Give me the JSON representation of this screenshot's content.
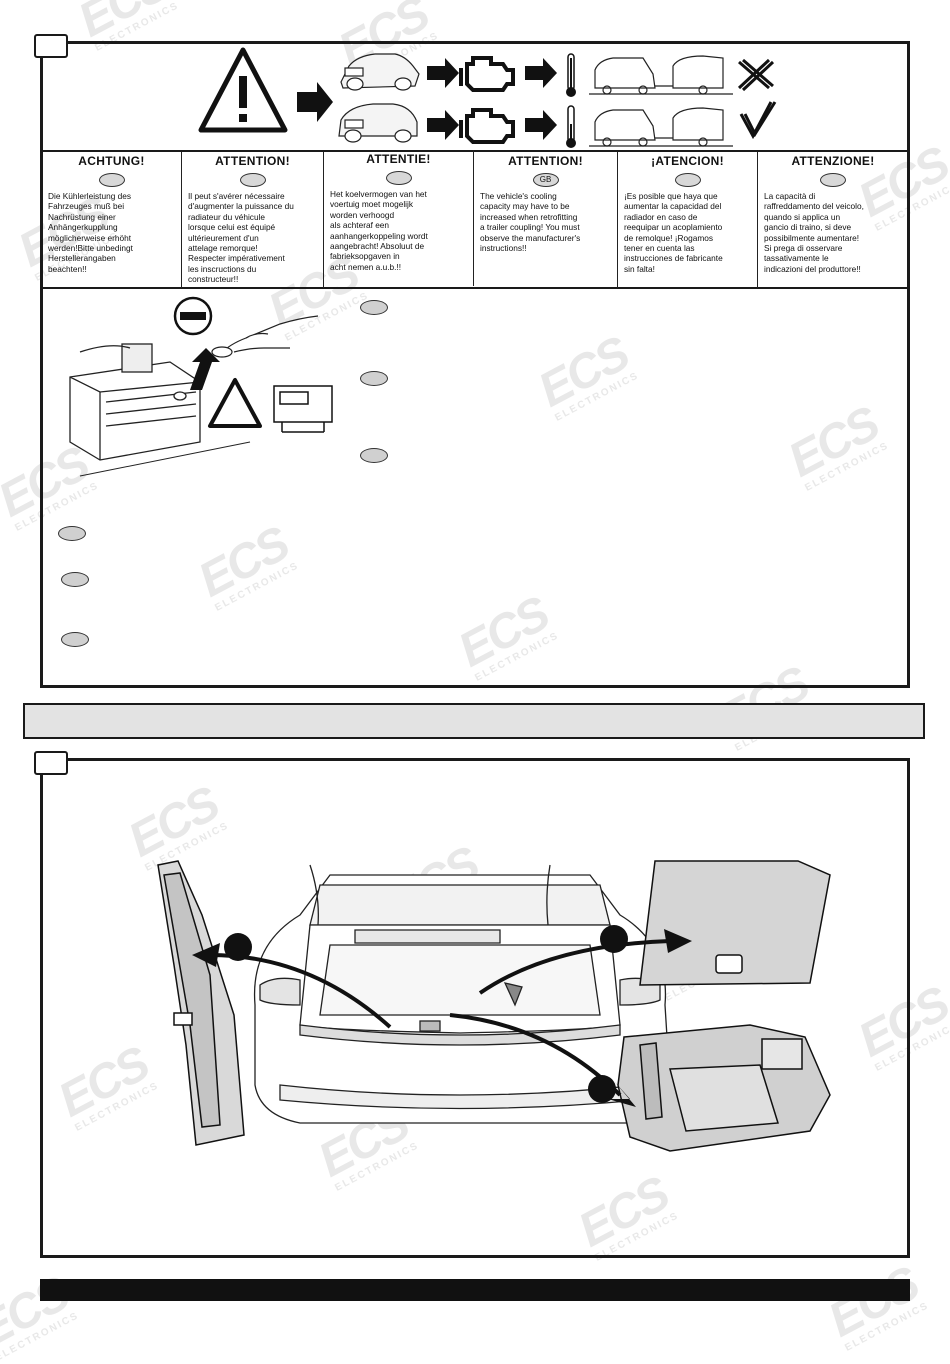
{
  "watermark": {
    "brand": "ECS",
    "sub": "ELECTRONICS"
  },
  "warnings": [
    {
      "title": "ACHTUNG!",
      "flag": "",
      "text": "Die Kühlerleistung des\nFahrzeuges muß bei\nNachrüstung einer\nAnhängerkupplung\nmöglicherweise erhöht\nwerden!Bitte unbedingt\nHerstellerangaben\nbeachten!!"
    },
    {
      "title": "ATTENTION!",
      "flag": "",
      "text": "Il peut s'avérer nécessaire\nd'augmenter la puissance du\nradiateur du véhicule\nlorsque celui est équipé\nultérieurement d'un\nattelage remorque!\nRespecter impérativement\nles inscructions du\nconstructeur!!"
    },
    {
      "title": "ATTENTIE!",
      "flag": "",
      "text": "Het koelvermogen van het\nvoertuig moet mogelijk\nworden verhoogd\nals achteraf een\naanhangerkoppeling wordt\naangebracht! Absoluut de\nfabrieksopgaven in\nacht nemen a.u.b.!!"
    },
    {
      "title": "ATTENTION!",
      "flag": "GB",
      "text": "The vehicle's cooling\ncapacity may have to be\nincreased when retrofitting\na trailer coupling! You must\nobserve the manufacturer's\ninstructions!!"
    },
    {
      "title": "¡ATENCION!",
      "flag": "",
      "text": "¡Es posible que haya que\naumentar la capacidad del\nradiador en caso de\nreequipar un acoplamiento\nde remolque! ¡Rogamos\ntener en cuenta las\ninstrucciones de fabricante\nsin falta!"
    },
    {
      "title": "ATTENZIONE!",
      "flag": "",
      "text": "La capacità di\nraffreddamento del veicolo,\nquando si applica un\ngancio di traino, si deve\npossibilmente aumentare!\nSi prega di osservare\ntassativamente le\nindicazioni del produttore!!"
    }
  ],
  "callouts": {
    "minus_symbol": "−"
  },
  "colors": {
    "frame": "#1a1a1a",
    "band": "#e3e3e3",
    "oval": "#d0d0d0",
    "watermark": "#e8e8e8"
  }
}
